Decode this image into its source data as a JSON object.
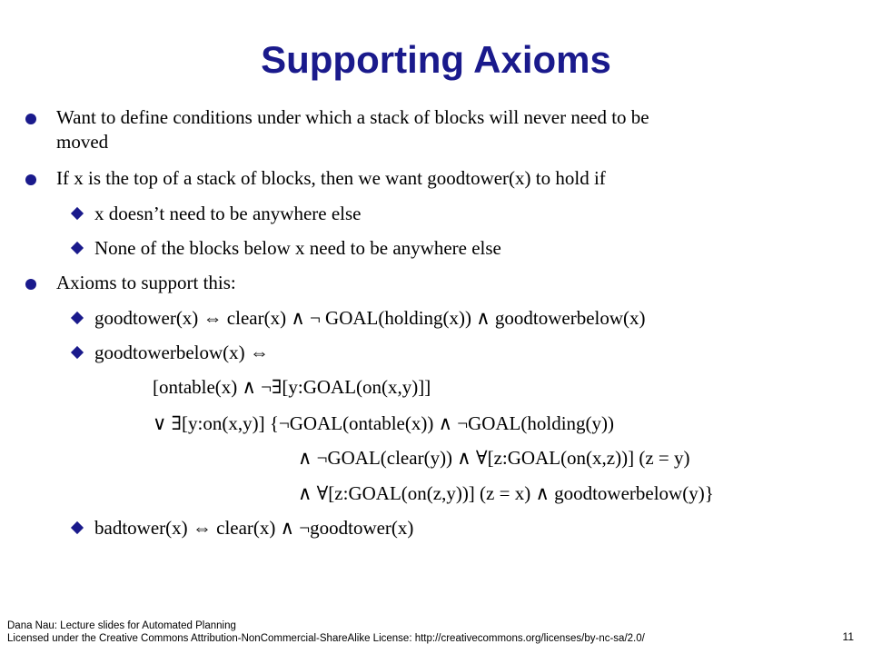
{
  "slide": {
    "title": "Supporting Axioms",
    "accent_color": "#1a1a8c",
    "bullets": [
      {
        "line1": "Want to define conditions under which a stack of blocks will never need to be",
        "line2": "moved"
      },
      {
        "text": "If x is the top of a stack of blocks, then we want goodtower(x) to hold if"
      },
      {
        "text": "x doesn’t need to be anywhere else"
      },
      {
        "text": "None of the blocks below x need to be anywhere else"
      },
      {
        "text": "Axioms to support this:"
      },
      {
        "text": "goodtower(x) ⇔ clear(x) ∧ ¬ GOAL(holding(x)) ∧ goodtowerbelow(x)"
      },
      {
        "text": "goodtowerbelow(x) ⇔"
      },
      {
        "text": "[ontable(x) ∧ ¬∃[y:GOAL(on(x,y)]]"
      },
      {
        "text": "∨ ∃[y:on(x,y)] {¬GOAL(ontable(x)) ∧ ¬GOAL(holding(y))"
      },
      {
        "text": "∧ ¬GOAL(clear(y)) ∧ ∀[z:GOAL(on(x,z))] (z = y)"
      },
      {
        "text": "∧ ∀[z:GOAL(on(z,y))] (z = x) ∧ goodtowerbelow(y)}"
      },
      {
        "text": "badtower(x) ⇔ clear(x) ∧ ¬goodtower(x)"
      }
    ]
  },
  "footer": {
    "line1": "Dana Nau: Lecture slides for Automated Planning",
    "line2": "Licensed under the Creative Commons Attribution-NonCommercial-ShareAlike License: http://creativecommons.org/licenses/by-nc-sa/2.0/",
    "page_number": "11"
  }
}
